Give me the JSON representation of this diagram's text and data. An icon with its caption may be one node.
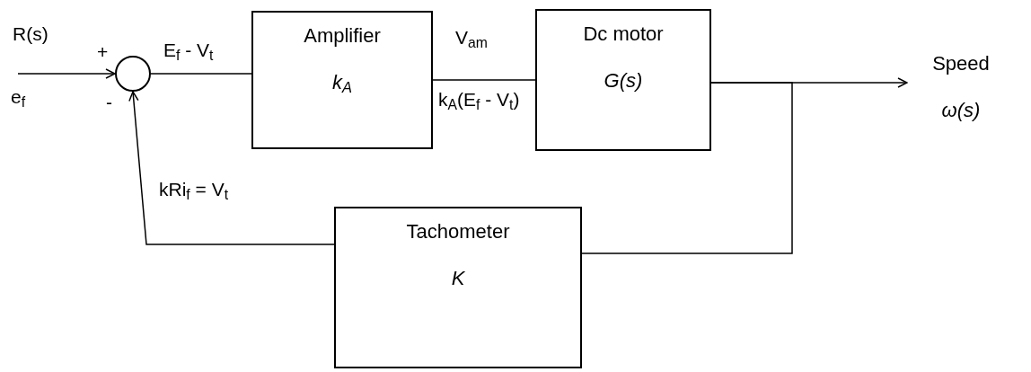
{
  "diagram": {
    "nodes": [
      {
        "text": [],
        "shape": "circle"
      },
      {
        "text": [
          "Amplifier",
          "k$_{A}$"
        ]
      },
      {
        "text": [
          "Dc motor",
          "G(s)"
        ]
      },
      {
        "text": [
          "Tachometer",
          "K"
        ]
      },
      {
        "text": [
          "Speed",
          "ω(s)"
        ]
      }
    ],
    "edges": [
      {
        "from": null,
        "to": 0,
        "arrow": "to",
        "label": "R(s)"
      },
      {
        "from": 0,
        "to": 1,
        "arrow": "none",
        "label": "E$_{f}$ - V$_{t}$"
      },
      {
        "from": 1,
        "to": 2,
        "arrow": "none",
        "label": "V$_{am}$"
      },
      {
        "from": 2,
        "to": 4,
        "arrow": "to"
      },
      {
        "from": 2,
        "to": 3,
        "arrow": "none"
      },
      {
        "from": 3,
        "to": 0,
        "arrow": "to",
        "label": "kRi$_{f}$ = V$_{t}$"
      }
    ],
    "labels": [
      "+",
      "-",
      "e$_{f}$",
      "k$_{A}$(E$_{f}$ - V$_{t}$)"
    ]
  }
}
